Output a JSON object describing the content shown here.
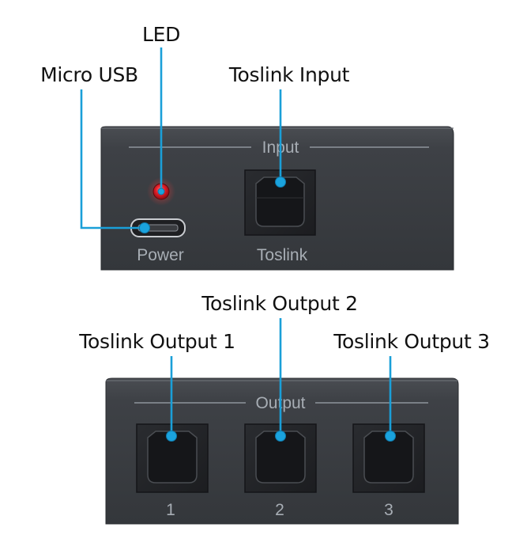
{
  "callouts": {
    "led": "LED",
    "micro_usb": "Micro USB",
    "toslink_input": "Toslink Input",
    "toslink_output_1": "Toslink Output 1",
    "toslink_output_2": "Toslink Output 2",
    "toslink_output_3": "Toslink Output 3"
  },
  "input_panel": {
    "title": "Input",
    "power_label": "Power",
    "toslink_label": "Toslink"
  },
  "output_panel": {
    "title": "Output",
    "port_numbers": [
      "1",
      "2",
      "3"
    ]
  },
  "colors": {
    "leader_line": "#1a9fd8",
    "panel_face": "#3d4045",
    "led_red": "#e8202a"
  }
}
